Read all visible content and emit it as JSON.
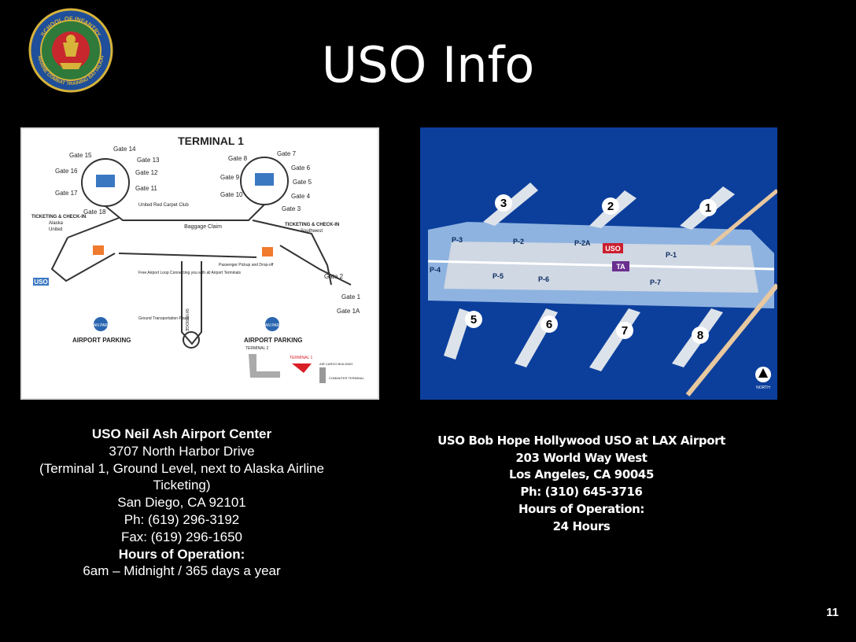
{
  "slide": {
    "title": "USO Info",
    "page_number": "11"
  },
  "seal": {
    "text_top": "SCHOOL OF INFANTRY",
    "text_bottom": "MARINE COMBAT TRAINING BATTALION"
  },
  "san_diego_map": {
    "heading": "TERMINAL 1",
    "gates": [
      "Gate 14",
      "Gate 15",
      "Gate 13",
      "Gate 16",
      "Gate 12",
      "Gate 11",
      "Gate 17",
      "Gate 18",
      "Gate 8",
      "Gate 7",
      "Gate 6",
      "Gate 9",
      "Gate 5",
      "Gate 10",
      "Gate 4",
      "Gate 3",
      "Gate 2",
      "Gate 1",
      "Gate 1A"
    ],
    "labels": {
      "red_carpet": "United Red Carpet Club",
      "baggage": "Baggage Claim",
      "ticketing_left": "TICKETING & CHECK-IN",
      "ticketing_left_2": "Alaska",
      "ticketing_left_3": "United",
      "ticketing_right": "TICKETING & CHECK-IN",
      "ticketing_right_2": "Southwest",
      "uso_tag": "USO",
      "shuttle": "Free Airport Loop Connecting you with all Airport Terminals",
      "pickup": "Passenger Pickup and Drop-off",
      "skybridge": "SKYBRIDGE",
      "ground_transport": "Ground Transportation Plaza",
      "parking_left": "AIRPORT PARKING",
      "parking_right": "AIRPORT PARKING",
      "park_badge": "SAN PARK",
      "terminal2": "TERMINAL 2",
      "terminal1_small": "TERMINAL 1",
      "air_cargo": "AIR CARGO BUILDING",
      "commuter": "COMMUTER TERMINAL"
    }
  },
  "lax_map": {
    "terminals": [
      "1",
      "2",
      "3",
      "5",
      "6",
      "7",
      "8"
    ],
    "parking": [
      "P-1",
      "P-2",
      "P-2A",
      "P-3",
      "P-4",
      "P-5",
      "P-6",
      "P-7"
    ],
    "uso_tag": "USO",
    "ta_tag": "TA",
    "north": "NORTH"
  },
  "san_diego_info": {
    "name": "USO Neil Ash Airport Center",
    "address": "3707 North Harbor Drive",
    "location_note": "(Terminal 1, Ground Level, next to Alaska Airline Ticketing)",
    "city": "San Diego, CA 92101",
    "phone": "Ph: (619) 296-3192",
    "fax": "Fax: (619) 296-1650",
    "hours_label": "Hours of Operation:",
    "hours": "6am – Midnight / 365 days a year"
  },
  "lax_info": {
    "name": "USO Bob Hope Hollywood USO at LAX Airport",
    "address": "203 World Way West",
    "city": "Los Angeles, CA 90045",
    "phone": "Ph: (310) 645-3716",
    "hours_label": "Hours of Operation:",
    "hours": "24 Hours"
  },
  "colors": {
    "background": "#000000",
    "lax_map_bg": "#0c3f9c",
    "uso_red": "#cc1f2f",
    "ta_purple": "#6b2f8f",
    "seal_green": "#2f7a3a"
  }
}
